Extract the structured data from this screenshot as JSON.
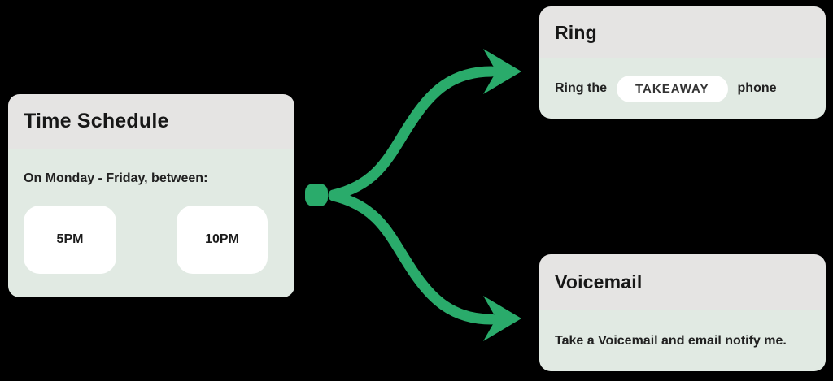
{
  "colors": {
    "background": "#000000",
    "card_header_bg": "#e5e4e3",
    "card_body_bg": "#e1eae3",
    "pill_bg": "#ffffff",
    "arrow_green": "#2aab6b",
    "text_dark": "#1c1c1c"
  },
  "schedule_card": {
    "title": "Time Schedule",
    "description": "On Monday - Friday, between:",
    "start_time": "5PM",
    "end_time": "10PM"
  },
  "ring_card": {
    "title": "Ring",
    "text_before": "Ring the",
    "target": "TAKEAWAY",
    "text_after": "phone"
  },
  "voicemail_card": {
    "title": "Voicemail",
    "description": "Take a Voicemail and email notify me."
  }
}
